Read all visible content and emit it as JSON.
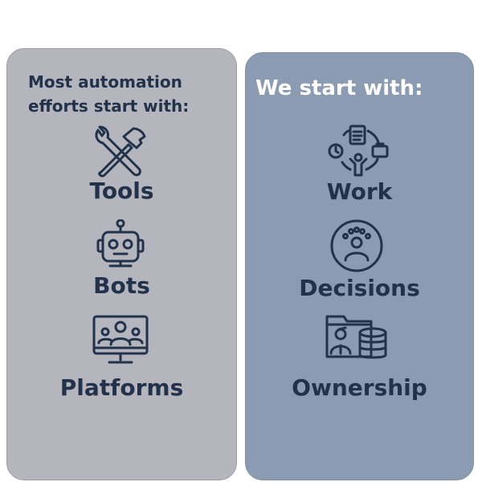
{
  "left_panel": {
    "heading": "Most automation efforts start with:",
    "items": [
      {
        "label": "Tools",
        "icon": "tools-icon"
      },
      {
        "label": "Bots",
        "icon": "robot-icon"
      },
      {
        "label": "Platforms",
        "icon": "platform-monitor-icon"
      }
    ]
  },
  "right_panel": {
    "heading": "We start with:",
    "items": [
      {
        "label": "Work",
        "icon": "work-cycle-icon"
      },
      {
        "label": "Decisions",
        "icon": "decision-person-icon"
      },
      {
        "label": "Ownership",
        "icon": "ownership-database-icon"
      }
    ]
  },
  "colors": {
    "left_panel_bg": "#b5b5be",
    "right_panel_bg": "#8a9bb2",
    "text_dark": "#22324a",
    "text_light": "#ffffff"
  }
}
